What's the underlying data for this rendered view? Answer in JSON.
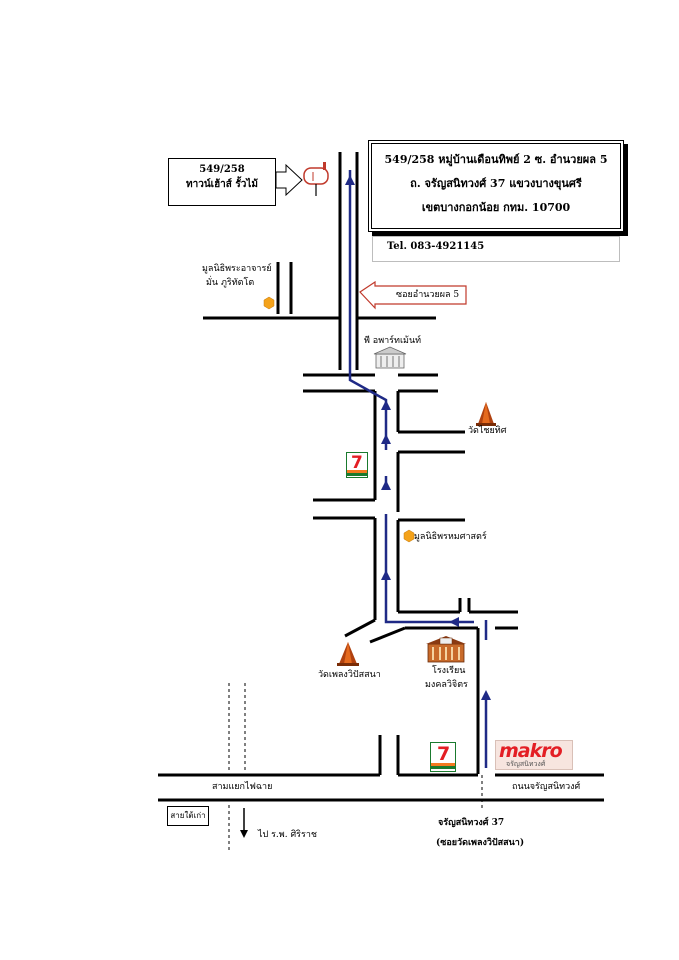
{
  "address": {
    "line1": "549/258 หมู่บ้านเดือนทิพย์ 2  ซ. อำนวยผล 5",
    "line2": "ถ. จรัญสนิทวงศ์ 37 แขวงบางขุนศรี",
    "line3": "เขตบางกอกน้อย กทม. 10700"
  },
  "tel": "Tel.  083-4921145",
  "house_label": {
    "number": "549/258",
    "desc": "ทาวน์เฮ้าส์ รั้วไม้"
  },
  "soi_label": "ซอยอำนวยผล 5",
  "landmarks": {
    "foundation_top_1": "มูลนิธิพระอาจารย์",
    "foundation_top_2": "มั่น ภูริทัตโต",
    "apartment": "พี อพาร์ทเม้นท์",
    "wat_chaiyatit": "วัดไชยทิศ",
    "foundation_mid": "มูลนิธิพรหมศาสตร์",
    "wat_phleng": "วัดเพลงวิปัสสนา",
    "school_1": "โรงเรียน",
    "school_2": "มงคลวิจิตร",
    "makro_logo": "makro",
    "makro_sub": "จรัญสนิทวงศ์",
    "junction": "สามแยกไฟฉาย",
    "charan_road": "ถนนจรัญสนิทวงศ์",
    "sai_tai": "สายใต้เก่า",
    "to_hospital": "ไป ร.พ. ศิริราช",
    "soi37_1": "จรัญสนิทวงศ์ 37",
    "soi37_2": "(ซอยวัดเพลงวิปัสสนา)",
    "seven_eleven": "7"
  },
  "colors": {
    "route": "#1f2a86",
    "road": "#000000",
    "callout": "#c0392b",
    "temple": "#b0410f",
    "foundation": "#f4a21a"
  },
  "icons": [
    "mailbox-icon",
    "temple-icon",
    "foundation-icon",
    "seven-eleven-icon",
    "school-icon",
    "apartment-icon",
    "makro-logo"
  ]
}
